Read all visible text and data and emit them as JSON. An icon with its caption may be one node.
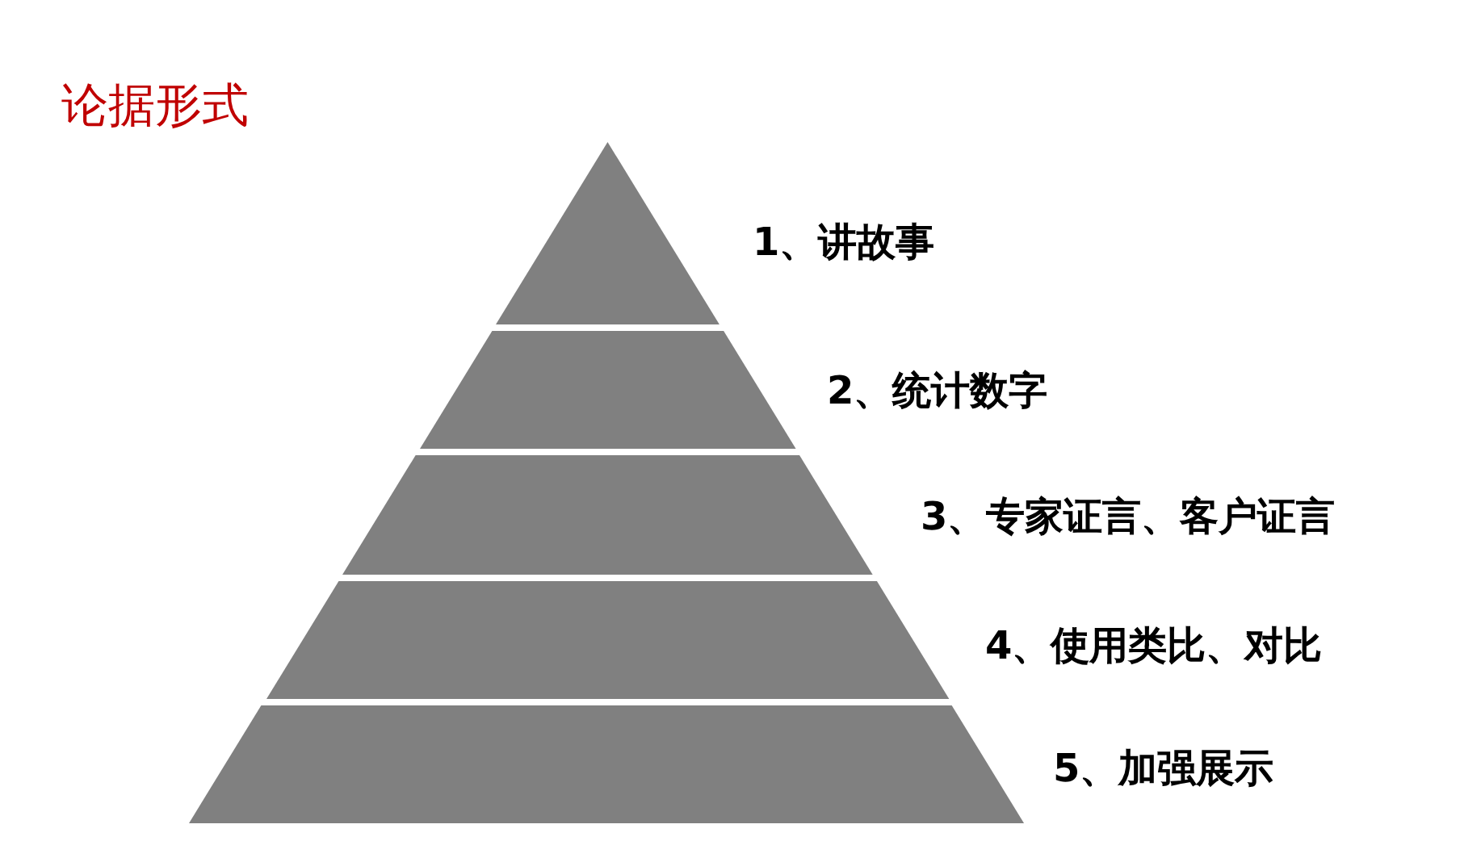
{
  "diagram": {
    "title": "论据形式",
    "nodes": [
      {
        "text": [],
        "shape": "triangle",
        "beside": [
          "1、讲故事"
        ]
      },
      {
        "text": [],
        "shape": "trapezoid",
        "beside": [
          "2、统计数字"
        ]
      },
      {
        "text": [],
        "shape": "trapezoid",
        "beside": [
          "3、专家证言、客户证言"
        ]
      },
      {
        "text": [],
        "shape": "trapezoid",
        "beside": [
          "4、使用类比、对比"
        ]
      },
      {
        "text": [],
        "shape": "trapezoid",
        "beside": [
          "5、加强展示"
        ]
      }
    ]
  }
}
